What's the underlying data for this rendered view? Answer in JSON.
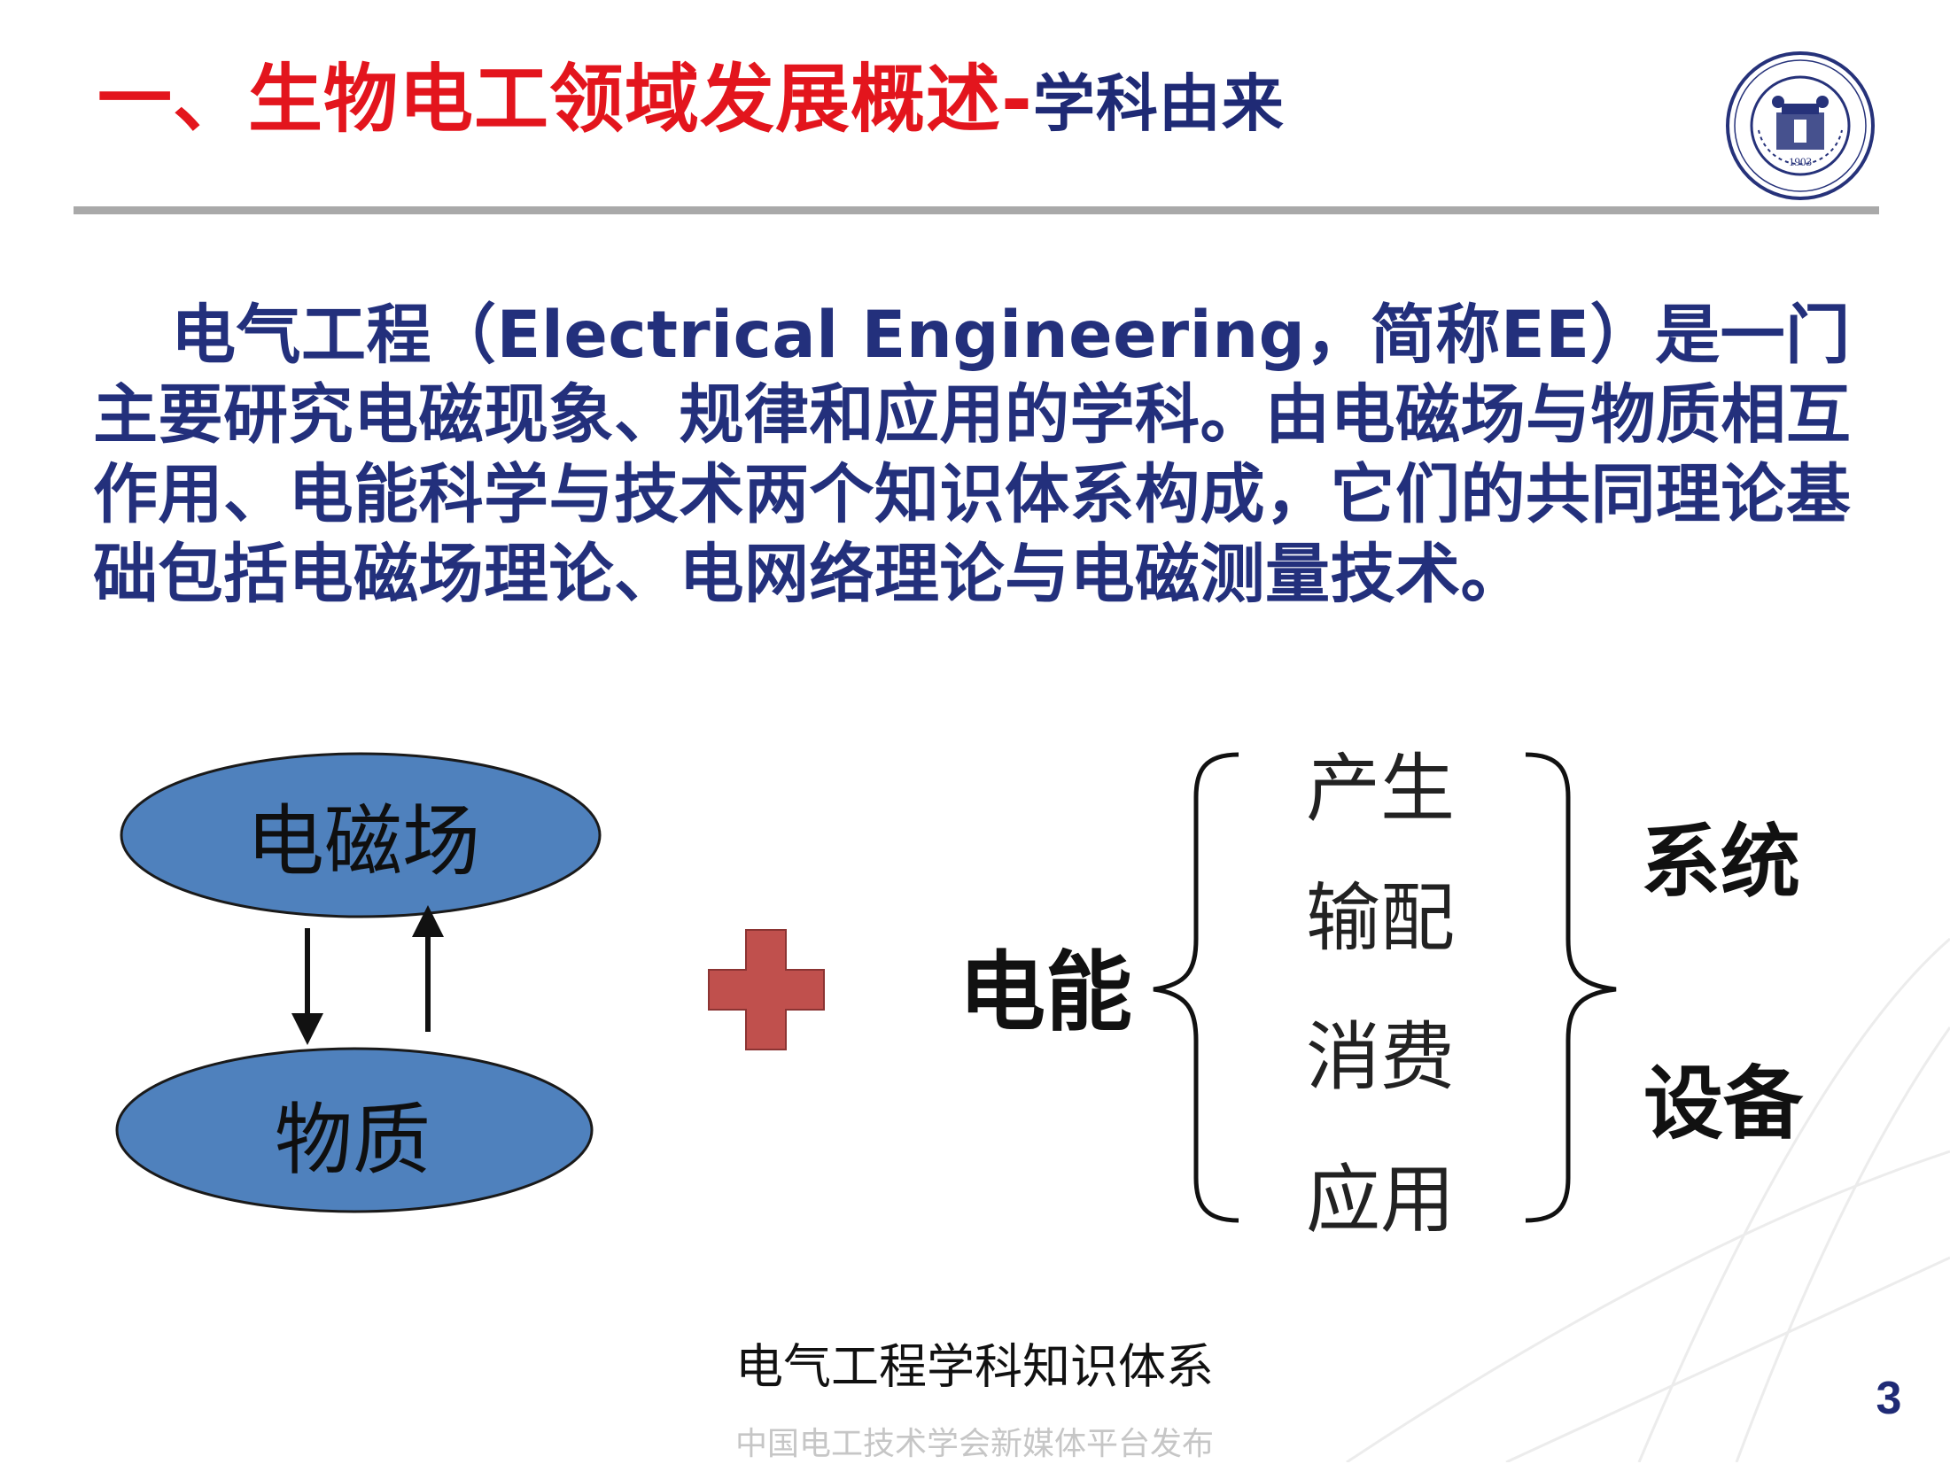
{
  "slide": {
    "title_main": "一、生物电工领域发展概述-",
    "title_sub": "学科由来",
    "body": "电气工程（Electrical Engineering，简称EE）是一门主要研究电磁现象、规律和应用的学科。由电磁场与物质相互作用、电能科学与技术两个知识体系构成，它们的共同理论基础包括电磁场理论、电网络理论与电磁测量技术。",
    "page_number": "3",
    "footer": "中国电工技术学会新媒体平台发布",
    "logo_year": "1903"
  },
  "diagram": {
    "ellipse_top": "电磁场",
    "ellipse_bottom": "物质",
    "plus_icon": "plus-icon",
    "arrows": [
      "arrow-down-icon",
      "arrow-up-icon"
    ],
    "center_label": "电能",
    "list_items": [
      "产生",
      "输配",
      "消费",
      "应用"
    ],
    "right_labels": [
      "系统",
      "设备"
    ],
    "caption": "电气工程学科知识体系"
  },
  "colors": {
    "title_red": "#e3151d",
    "title_navy": "#1f2a75",
    "body_blue": "#23307c",
    "ellipse_fill": "#4f81bd",
    "plus_fill": "#c0504d",
    "rule_gray": "#a9a9a9"
  }
}
